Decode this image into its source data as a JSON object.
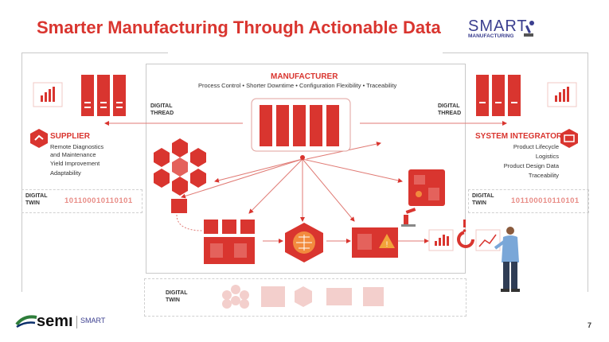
{
  "title": "Smarter Manufacturing Through Actionable Data",
  "logo": {
    "smart": "SMART",
    "manufacturing": "MANUFACTURING"
  },
  "manufacturer": {
    "heading": "MANUFACTURER",
    "subheading": "Process Control • Shorter Downtime • Configuration Flexibility • Traceability"
  },
  "digital_thread_left": [
    "DIGITAL",
    "THREAD"
  ],
  "digital_thread_right": [
    "DIGITAL",
    "THREAD"
  ],
  "supplier": {
    "heading": "SUPPLIER",
    "items": [
      "Remote Diagnostics",
      "and Maintenance",
      "Yield Improvement",
      "Adaptability"
    ]
  },
  "system_integrator": {
    "heading": "SYSTEM INTEGRATOR",
    "items": [
      "Product Lifecycle",
      "Logistics",
      "Product Design Data",
      "Traceability"
    ]
  },
  "digital_twin_left": {
    "label": [
      "DIGITAL",
      "TWIN"
    ],
    "binary": "101100010110101"
  },
  "digital_twin_right": {
    "label": [
      "DIGITAL",
      "TWIN"
    ],
    "binary": "101100010110101"
  },
  "digital_twin_bottom": {
    "label": [
      "DIGITAL",
      "TWIN"
    ]
  },
  "footer": {
    "semi": "semı",
    "smart": "SMART",
    "page": "7"
  },
  "colors": {
    "accent": "#d9352f",
    "light_accent": "#e88c86",
    "dark": "#333333"
  }
}
